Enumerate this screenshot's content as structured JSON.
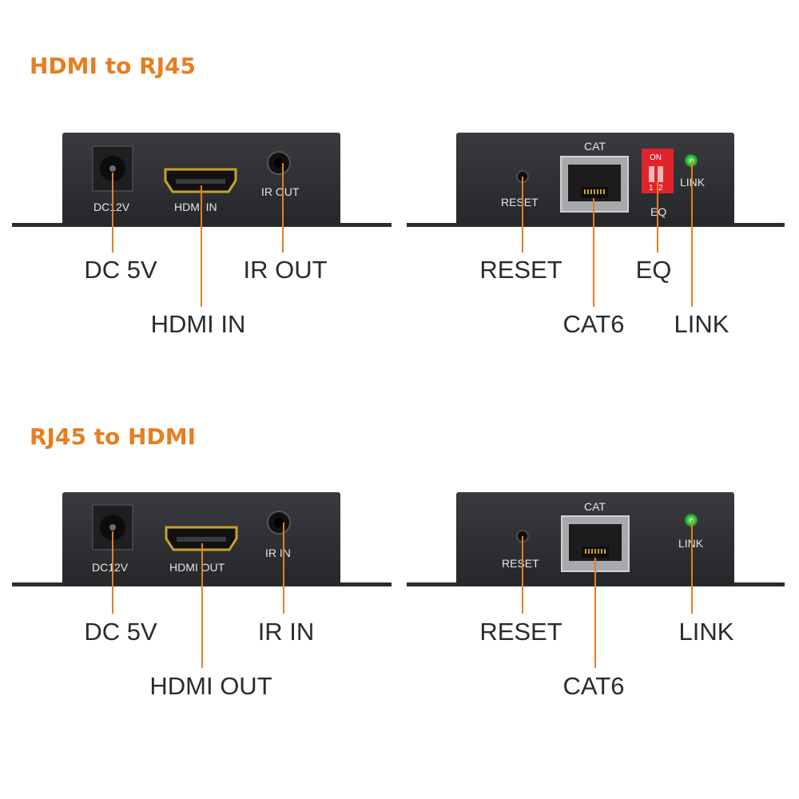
{
  "sections": {
    "transmitter": {
      "title": "HDMI to RJ45",
      "left_unit": {
        "panel_labels": {
          "power": "DC12V",
          "hdmi": "HDMI IN",
          "ir": "IR OUT"
        },
        "callouts": {
          "power": "DC 5V",
          "hdmi": "HDMI IN",
          "ir": "IR OUT"
        }
      },
      "right_unit": {
        "panel_labels": {
          "cat": "CAT",
          "reset": "RESET",
          "eq": "EQ",
          "link": "LINK",
          "dip_on": "ON",
          "dip_1": "1",
          "dip_2": "2"
        },
        "callouts": {
          "reset": "RESET",
          "cat": "CAT6",
          "eq": "EQ",
          "link": "LINK"
        }
      }
    },
    "receiver": {
      "title": "RJ45 to HDMI",
      "left_unit": {
        "panel_labels": {
          "power": "DC12V",
          "hdmi": "HDMI OUT",
          "ir": "IR IN"
        },
        "callouts": {
          "power": "DC 5V",
          "hdmi": "HDMI OUT",
          "ir": "IR IN"
        }
      },
      "right_unit": {
        "panel_labels": {
          "cat": "CAT",
          "reset": "RESET",
          "link": "LINK"
        },
        "callouts": {
          "reset": "RESET",
          "cat": "CAT6",
          "link": "LINK"
        }
      }
    }
  },
  "colors": {
    "accent": "#e67e22",
    "leader_line": "#e67e22",
    "device_body": "#2e2f32",
    "hdmi_gold": "#c9a227",
    "link_led": "#39e04a",
    "dip_switch": "#e0242c",
    "callout_text": "#2b2b2b"
  }
}
